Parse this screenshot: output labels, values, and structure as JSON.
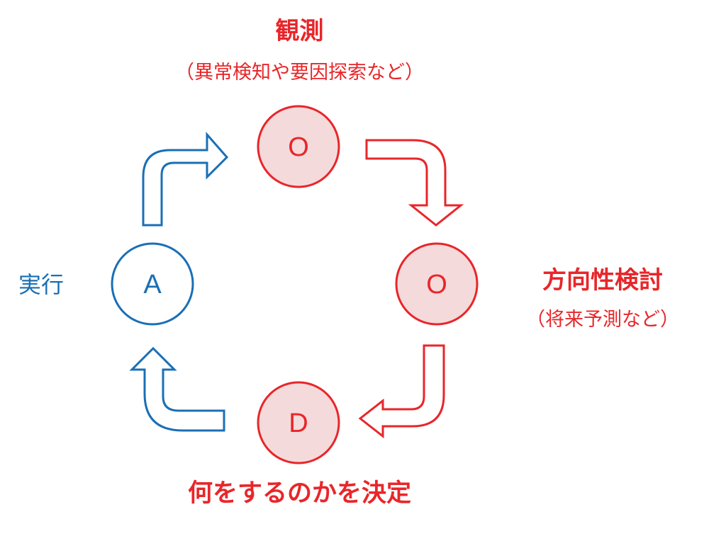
{
  "colors": {
    "red": "#e8262a",
    "blue": "#1a6fb5",
    "circle_fill_red": "#f5dadb",
    "circle_fill_blue": "#ffffff"
  },
  "labels": {
    "observe_title": "観測",
    "observe_sub": "（異常検知や要因探索など）",
    "orient_title": "方向性検討",
    "orient_sub": "（将来予測など）",
    "decide_title": "何をするのかを決定",
    "act_label": "実行"
  },
  "nodes": {
    "observe": "O",
    "orient": "O",
    "decide": "D",
    "act": "A"
  },
  "arrows": [
    {
      "from": "act",
      "to": "observe",
      "color": "blue"
    },
    {
      "from": "observe",
      "to": "orient",
      "color": "red"
    },
    {
      "from": "orient",
      "to": "decide",
      "color": "red"
    },
    {
      "from": "decide",
      "to": "act",
      "color": "blue"
    }
  ]
}
